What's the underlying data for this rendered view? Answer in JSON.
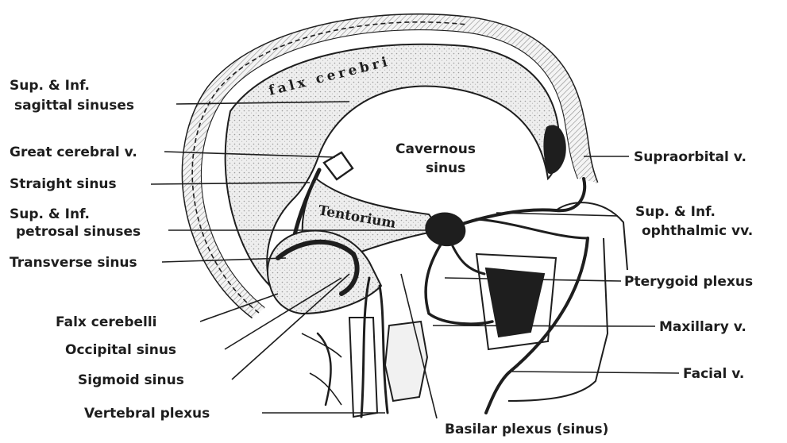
{
  "figure": {
    "labels": {
      "sup_inf_sagittal_1": "Sup. & Inf.",
      "sup_inf_sagittal_2": "sagittal sinuses",
      "great_cerebral": "Great cerebral v.",
      "straight_sinus": "Straight sinus",
      "sup_inf_petrosal_1": "Sup. & Inf.",
      "sup_inf_petrosal_2": "petrosal sinuses",
      "transverse_sinus": "Transverse sinus",
      "falx_cerebelli": "Falx cerebelli",
      "occipital_sinus": "Occipital sinus",
      "sigmoid_sinus": "Sigmoid sinus",
      "vertebral_plexus": "Vertebral plexus",
      "basilar_plexus": "Basilar plexus (sinus)",
      "facial": "Facial v.",
      "maxillary": "Maxillary v.",
      "pterygoid_plexus": "Pterygoid plexus",
      "ophthalmic_1": "Sup. & Inf.",
      "ophthalmic_2": "ophthalmic vv.",
      "supraorbital": "Supraorbital v.",
      "cavernous_1": "Cavernous",
      "cavernous_2": "sinus"
    },
    "inner_labels": {
      "falx_cerebri": "falx cerebri",
      "tentorium": "Tentorium"
    },
    "colors": {
      "ink": "#1e1e1e",
      "shade": "#e2e2e2",
      "bone": "#f1f1f1"
    }
  }
}
